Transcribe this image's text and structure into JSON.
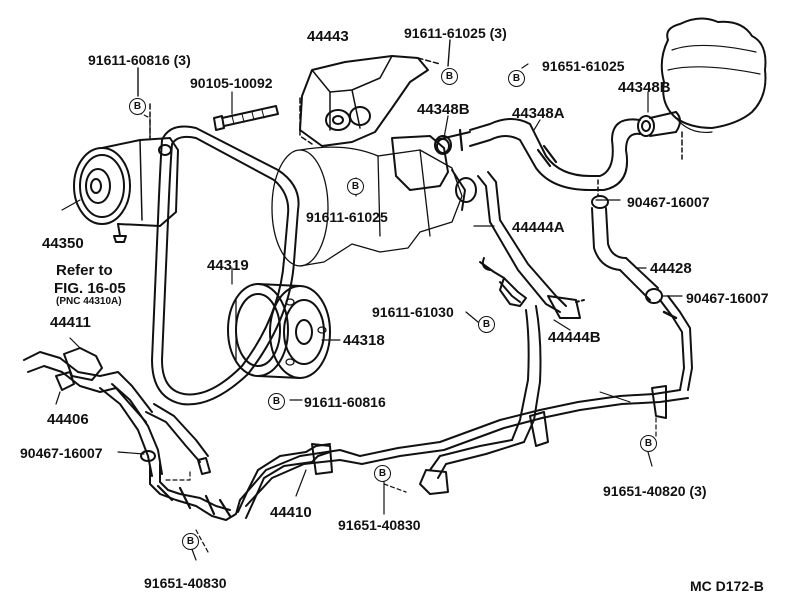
{
  "diagram_code": "MC D172-B",
  "bolt_marker": "B",
  "parts": [
    {
      "id": "p44443",
      "number": "44443"
    },
    {
      "id": "p9161161025_3",
      "number": "91611-61025 (3)"
    },
    {
      "id": "p9161160816_3",
      "number": "91611-60816 (3)"
    },
    {
      "id": "p9010510092",
      "number": "90105-10092"
    },
    {
      "id": "p9165161025",
      "number": "91651-61025"
    },
    {
      "id": "p44348B_top",
      "number": "44348B"
    },
    {
      "id": "p44348B_mid",
      "number": "44348B"
    },
    {
      "id": "p44348A",
      "number": "44348A"
    },
    {
      "id": "p9161161025",
      "number": "91611-61025"
    },
    {
      "id": "p9046716007_a",
      "number": "90467-16007"
    },
    {
      "id": "p44350",
      "number": "44350"
    },
    {
      "id": "p44444A",
      "number": "44444A"
    },
    {
      "id": "p44319",
      "number": "44319"
    },
    {
      "id": "p44428",
      "number": "44428"
    },
    {
      "id": "p9046716007_b",
      "number": "90467-16007"
    },
    {
      "id": "p9161161030",
      "number": "91611-61030"
    },
    {
      "id": "p44444B",
      "number": "44444B"
    },
    {
      "id": "p44411",
      "number": "44411"
    },
    {
      "id": "p44318",
      "number": "44318"
    },
    {
      "id": "p44406",
      "number": "44406"
    },
    {
      "id": "p9161160816",
      "number": "91611-60816"
    },
    {
      "id": "p9046716007_c",
      "number": "90467-16007"
    },
    {
      "id": "p44410",
      "number": "44410"
    },
    {
      "id": "p9165140830",
      "number": "91651-40830"
    },
    {
      "id": "p9165140820_3",
      "number": "91651-40820 (3)"
    },
    {
      "id": "p9165140830_b",
      "number": "91651-40830"
    }
  ],
  "reference_note": {
    "line1": "Refer to",
    "line2": "FIG. 16-05",
    "line3": "(PNC 44310A)"
  }
}
